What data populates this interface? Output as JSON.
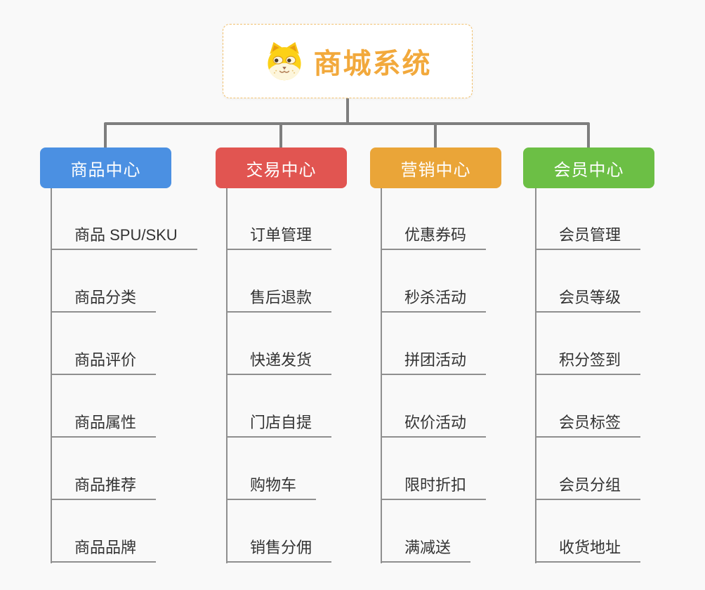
{
  "canvas": {
    "background": "#F9F9F9",
    "connector_color": "#7E7E7E",
    "leaf_line_color": "#8F8F8F",
    "leaf_text_color": "#333333"
  },
  "root": {
    "title": "商城系统",
    "title_color": "#F2A93C",
    "border_color": "#F2C16E",
    "icon": "shiba-dog-icon"
  },
  "branches": [
    {
      "id": "product-center",
      "label": "商品中心",
      "color": "#4B90E2",
      "items": [
        "商品 SPU/SKU",
        "商品分类",
        "商品评价",
        "商品属性",
        "商品推荐",
        "商品品牌"
      ]
    },
    {
      "id": "trade-center",
      "label": "交易中心",
      "color": "#E15551",
      "items": [
        "订单管理",
        "售后退款",
        "快递发货",
        "门店自提",
        "购物车",
        "销售分佣"
      ]
    },
    {
      "id": "marketing-center",
      "label": "营销中心",
      "color": "#EAA538",
      "items": [
        "优惠券码",
        "秒杀活动",
        "拼团活动",
        "砍价活动",
        "限时折扣",
        "满减送"
      ]
    },
    {
      "id": "member-center",
      "label": "会员中心",
      "color": "#6CBF45",
      "items": [
        "会员管理",
        "会员等级",
        "积分签到",
        "会员标签",
        "会员分组",
        "收货地址"
      ]
    }
  ]
}
